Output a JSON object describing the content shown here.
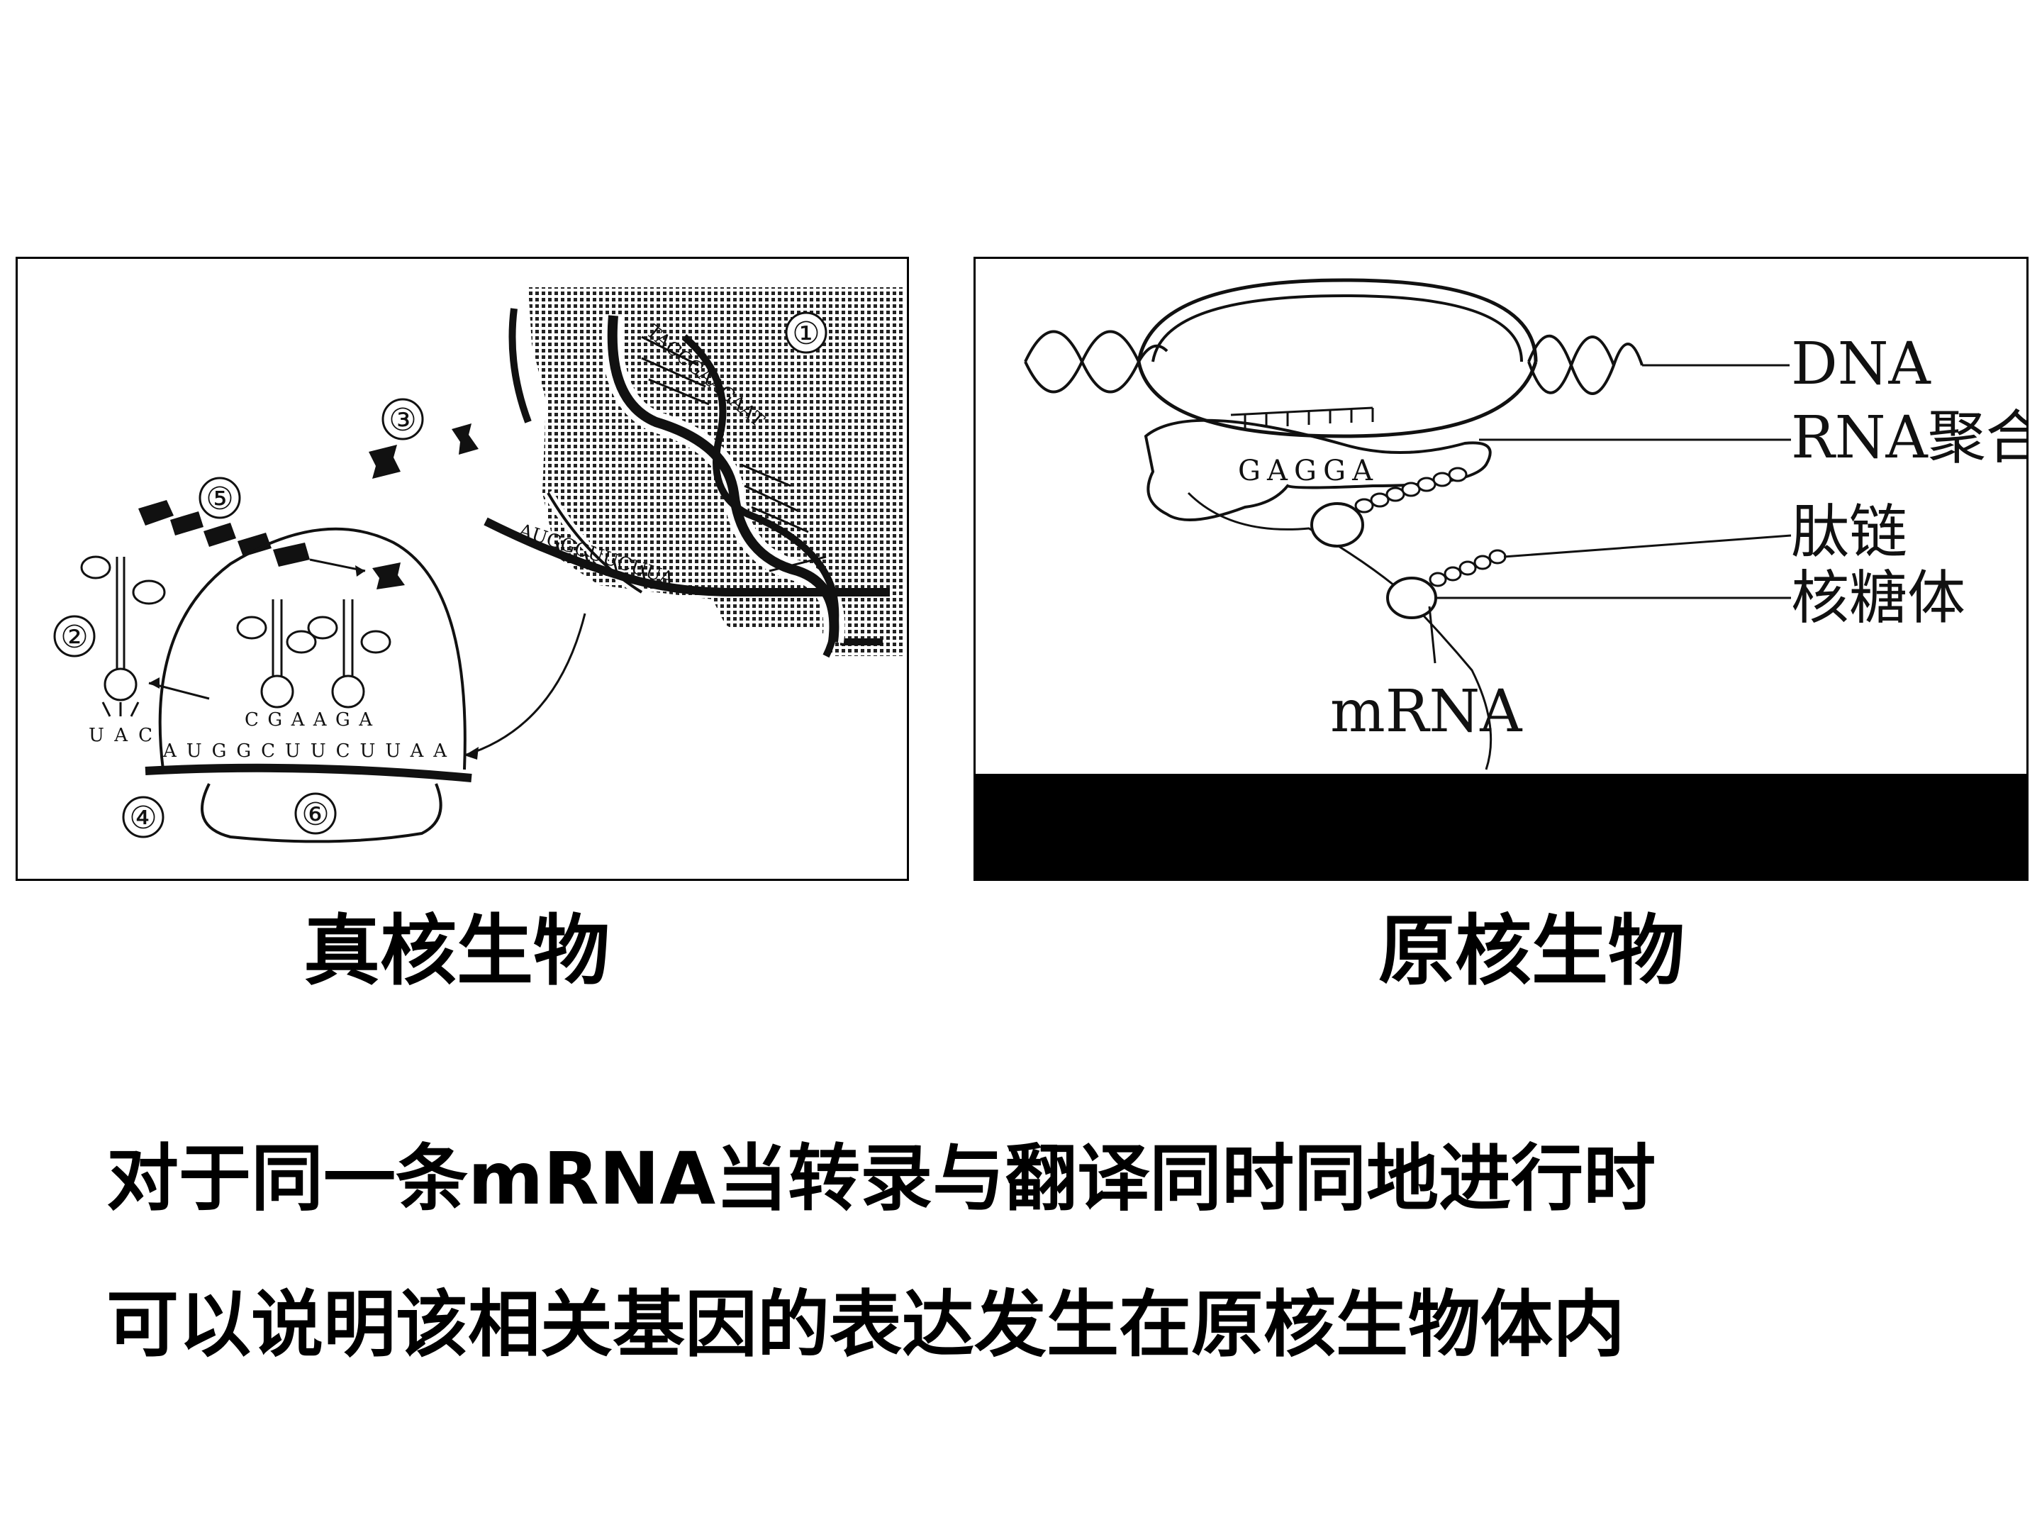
{
  "eukaryote": {
    "caption": "真核生物",
    "markers": [
      "①",
      "②",
      "③",
      "④",
      "⑤",
      "⑥"
    ],
    "mrna_top_bases": "AUGGCUUCUUA",
    "mrna_bottom_bases": "AUGGCUUCUUAA",
    "anticodon_free": "UAC",
    "anticodons_bound": "CGAAGA",
    "dna_bases": "TACCGAAGAAT"
  },
  "prokaryote": {
    "caption": "原核生物",
    "labels": {
      "dna": "DNA",
      "rna_polymerase": "RNA聚合酶",
      "peptide": "肽链",
      "ribosome": "核糖体",
      "mrna": "mRNA"
    },
    "rna_bases": "GAGGA"
  },
  "conclusion": {
    "line1": "对于同一条mRNA当转录与翻译同时同地进行时",
    "line2": "可以说明该相关基因的表达发生在原核生物体内"
  }
}
